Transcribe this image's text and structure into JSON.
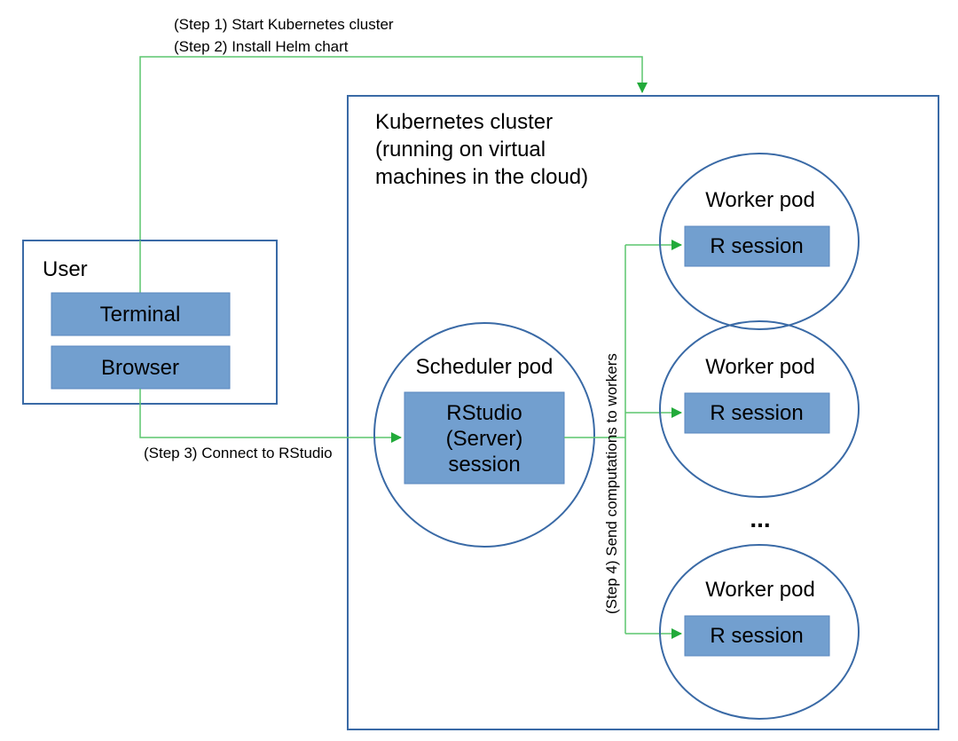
{
  "colors": {
    "box_border": "#3a6aa6",
    "box_fill": "#729fcf",
    "arrow": "#22aa3a",
    "line": "#5cc66e"
  },
  "steps": {
    "step1": "(Step 1) Start Kubernetes cluster",
    "step2": "(Step 2) Install Helm chart",
    "step3": "(Step 3) Connect to RStudio",
    "step4": "(Step 4) Send computations to workers"
  },
  "user": {
    "title": "User",
    "terminal": "Terminal",
    "browser": "Browser"
  },
  "cluster": {
    "title_lines": [
      "Kubernetes cluster",
      "(running on virtual",
      "machines in the cloud)"
    ]
  },
  "scheduler": {
    "title": "Scheduler pod",
    "session_lines": [
      "RStudio",
      "(Server)",
      "session"
    ]
  },
  "workers": [
    {
      "title": "Worker pod",
      "session": "R session"
    },
    {
      "title": "Worker pod",
      "session": "R session"
    },
    {
      "title": "Worker pod",
      "session": "R session"
    }
  ],
  "ellipsis": "..."
}
